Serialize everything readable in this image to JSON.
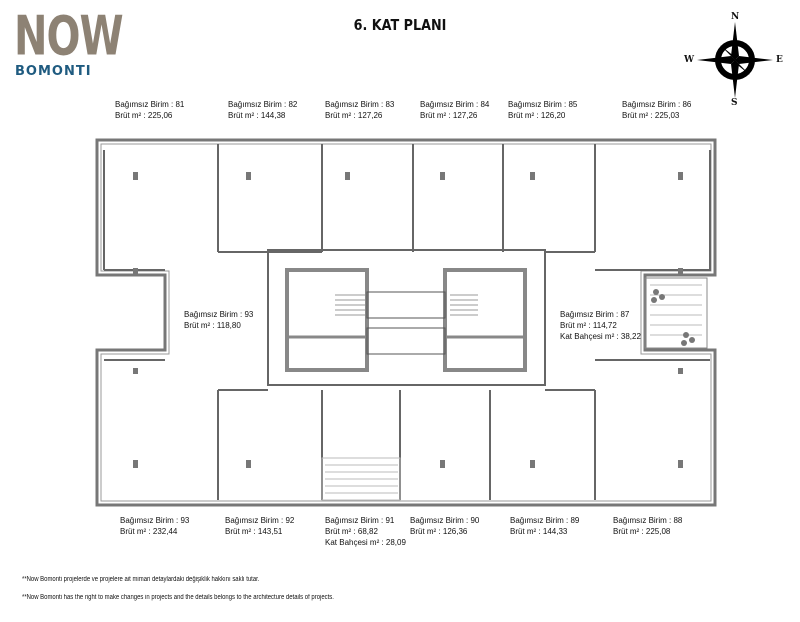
{
  "logo": {
    "top": "NOW",
    "bottom": "BOMONTI",
    "colors": {
      "now": "#8d8274",
      "bomonti": "#1f5b80"
    }
  },
  "title": "6. KAT PLANI",
  "compass": {
    "n": "N",
    "s": "S",
    "e": "E",
    "w": "W"
  },
  "units_top": [
    {
      "unit": "Bağımsız Birim : 81",
      "area": "Brüt m² : 225,06"
    },
    {
      "unit": "Bağımsız Birim : 82",
      "area": "Brüt m² : 144,38"
    },
    {
      "unit": "Bağımsız Birim : 83",
      "area": "Brüt m² : 127,26"
    },
    {
      "unit": "Bağımsız Birim : 84",
      "area": "Brüt m² : 127,26"
    },
    {
      "unit": "Bağımsız Birim : 85",
      "area": "Brüt m² : 126,20"
    },
    {
      "unit": "Bağımsız Birim : 86",
      "area": "Brüt m² : 225,03"
    }
  ],
  "units_side": [
    {
      "unit": "Bağımsız Birim : 93",
      "area": "Brüt m² : 118,80"
    },
    {
      "unit": "Bağımsız Birim : 87",
      "area": "Brüt m² : 114,72",
      "garden": "Kat Bahçesi m² : 38,22"
    }
  ],
  "units_bottom": [
    {
      "unit": "Bağımsız Birim : 93",
      "area": "Brüt m² : 232,44"
    },
    {
      "unit": "Bağımsız Birim : 92",
      "area": "Brüt m² : 143,51"
    },
    {
      "unit": "Bağımsız Birim : 91",
      "area": "Brüt m² : 68,82",
      "garden": "Kat Bahçesi m² : 28,09"
    },
    {
      "unit": "Bağımsız Birim : 90",
      "area": "Brüt m² : 126,36"
    },
    {
      "unit": "Bağımsız Birim : 89",
      "area": "Brüt m² : 144,33"
    },
    {
      "unit": "Bağımsız Birim : 88",
      "area": "Brüt m² : 225,08"
    }
  ],
  "footnotes": [
    "**Now Bomonti projelerde ve projelere ait mimari detaylardaki değişiklik hakkını saklı tutar.",
    "**Now Bomonti has the right to make changes in projects and the details belongs to the architecture details of projects."
  ]
}
